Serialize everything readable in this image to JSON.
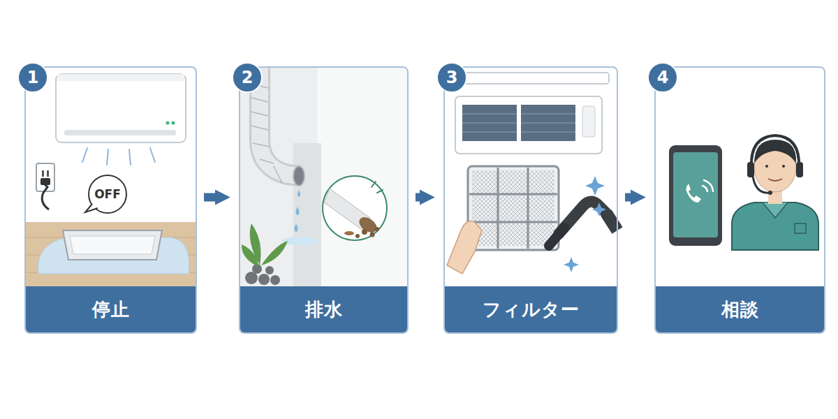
{
  "diagram": {
    "nodes": [
      {
        "text": [
          "停止"
        ]
      },
      {
        "text": [
          "1"
        ],
        "in": 0
      },
      {
        "text": [
          "排水"
        ]
      },
      {
        "text": [
          "2"
        ],
        "in": 2
      },
      {
        "text": [
          "フィルター"
        ]
      },
      {
        "text": [
          "3"
        ],
        "in": 4
      },
      {
        "text": [
          "相談"
        ]
      },
      {
        "text": [
          "4"
        ],
        "in": 6
      }
    ],
    "edges": [
      {
        "from": 0,
        "to": 2,
        "arrow": "to"
      },
      {
        "from": 2,
        "to": 4,
        "arrow": "to"
      },
      {
        "from": 4,
        "to": 6,
        "arrow": "to"
      }
    ],
    "labels": [
      "OFF"
    ]
  }
}
